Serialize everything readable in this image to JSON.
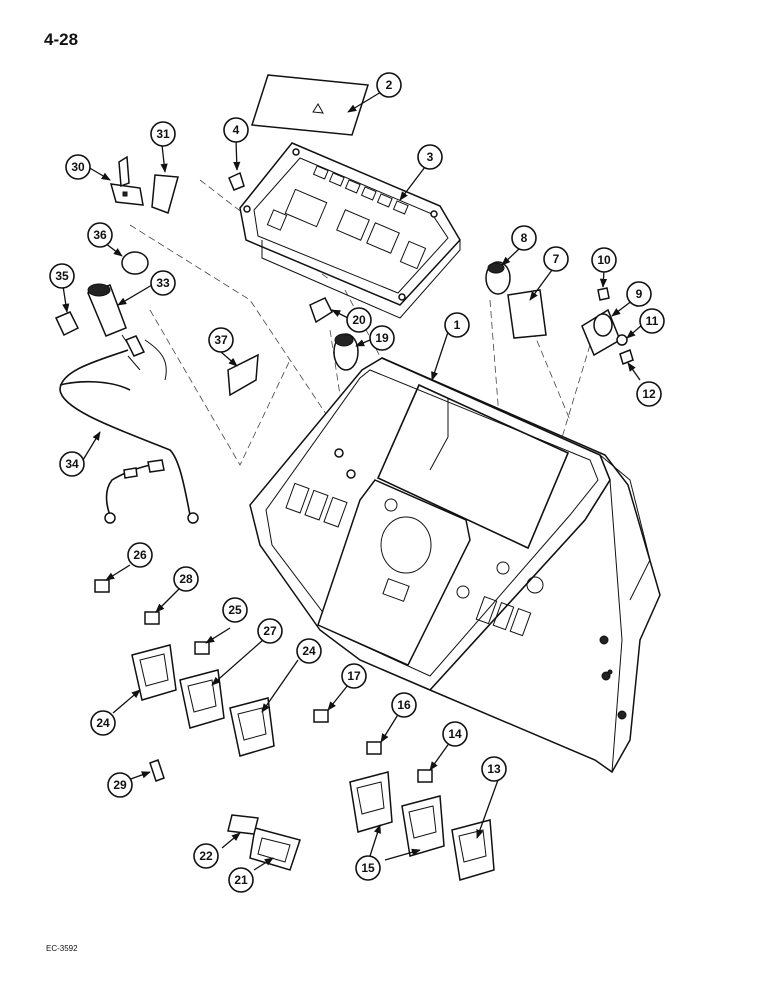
{
  "page_number": "4-28",
  "figure_code": "EC-3592",
  "callouts": [
    "1",
    "2",
    "3",
    "4",
    "7",
    "8",
    "9",
    "10",
    "11",
    "12",
    "13",
    "14",
    "15",
    "16",
    "17",
    "19",
    "20",
    "21",
    "22",
    "24",
    "24",
    "25",
    "26",
    "27",
    "28",
    "29",
    "30",
    "31",
    "33",
    "34",
    "35",
    "36",
    "37"
  ]
}
